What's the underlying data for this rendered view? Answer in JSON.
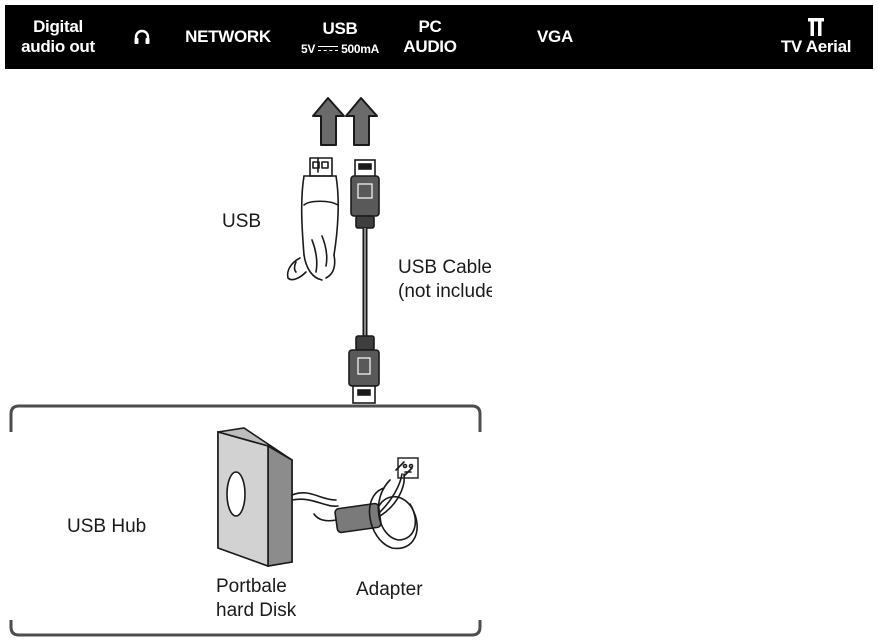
{
  "top_bar": {
    "digital_audio_line1": "Digital",
    "digital_audio_line2": "audio out",
    "headphone_icon": "headphone-icon",
    "network": "NETWORK",
    "usb": "USB",
    "usb_spec_left": "5V",
    "usb_spec_right": "500mA",
    "pc_audio_line1": "PC",
    "pc_audio_line2": "AUDIO",
    "vga": "VGA",
    "tv_aerial_icon": "antenna-icon",
    "tv_aerial": "TV Aerial"
  },
  "labels": {
    "usb": "USB",
    "usb_cable_line1": "USB Cable",
    "usb_cable_line2": "(not included)",
    "usb_hub": "USB Hub",
    "hard_disk_line1": "Portbale",
    "hard_disk_line2": "hard Disk",
    "adapter": "Adapter"
  },
  "colors": {
    "bar_background": "#000000",
    "bar_text": "#ffffff",
    "line_art": "#1a1a1a",
    "connector_fill": "#595959"
  }
}
